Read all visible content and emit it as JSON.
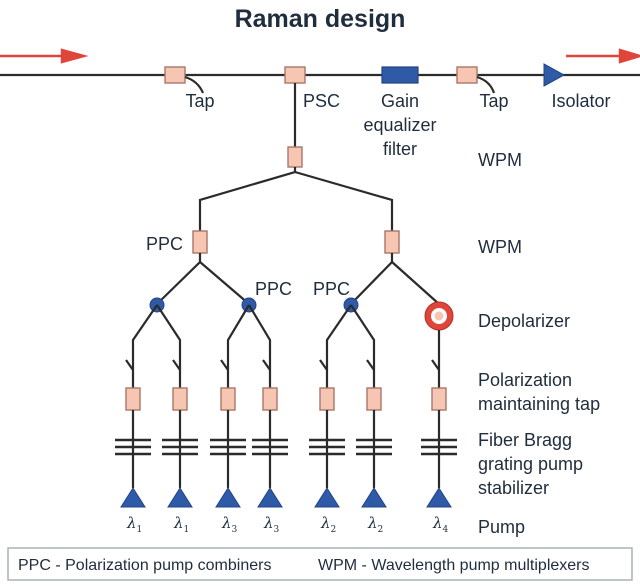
{
  "title": "Raman design",
  "labels": {
    "tap1": "Tap",
    "psc": "PSC",
    "gain": [
      "Gain",
      "equalizer",
      "filter"
    ],
    "tap2": "Tap",
    "isolator": "Isolator",
    "wpm_top": "WPM",
    "wpm_mid": "WPM",
    "ppc_left": "PPC",
    "ppc_mid": "PPC",
    "ppc_right": "PPC",
    "depolarizer": "Depolarizer",
    "polarization_tap": [
      "Polarization",
      "maintaining tap"
    ],
    "fbg": [
      "Fiber Bragg",
      "grating pump",
      "stabilizer"
    ],
    "pump": "Pump"
  },
  "pumps": [
    {
      "symbol": "λ",
      "index": "1"
    },
    {
      "symbol": "λ",
      "index": "1"
    },
    {
      "symbol": "λ",
      "index": "3"
    },
    {
      "symbol": "λ",
      "index": "3"
    },
    {
      "symbol": "λ",
      "index": "2"
    },
    {
      "symbol": "λ",
      "index": "2"
    },
    {
      "symbol": "λ",
      "index": "4"
    }
  ],
  "legend": {
    "ppc": "PPC - Polarization pump combiners",
    "wpm": "WPM - Wavelength pump multiplexers"
  },
  "colors": {
    "component_fill": "#f6c6b3",
    "node_blue": "#2f5aa8",
    "signal_arrow": "#e0453a",
    "depolarizer_ring": "#e0453a"
  }
}
